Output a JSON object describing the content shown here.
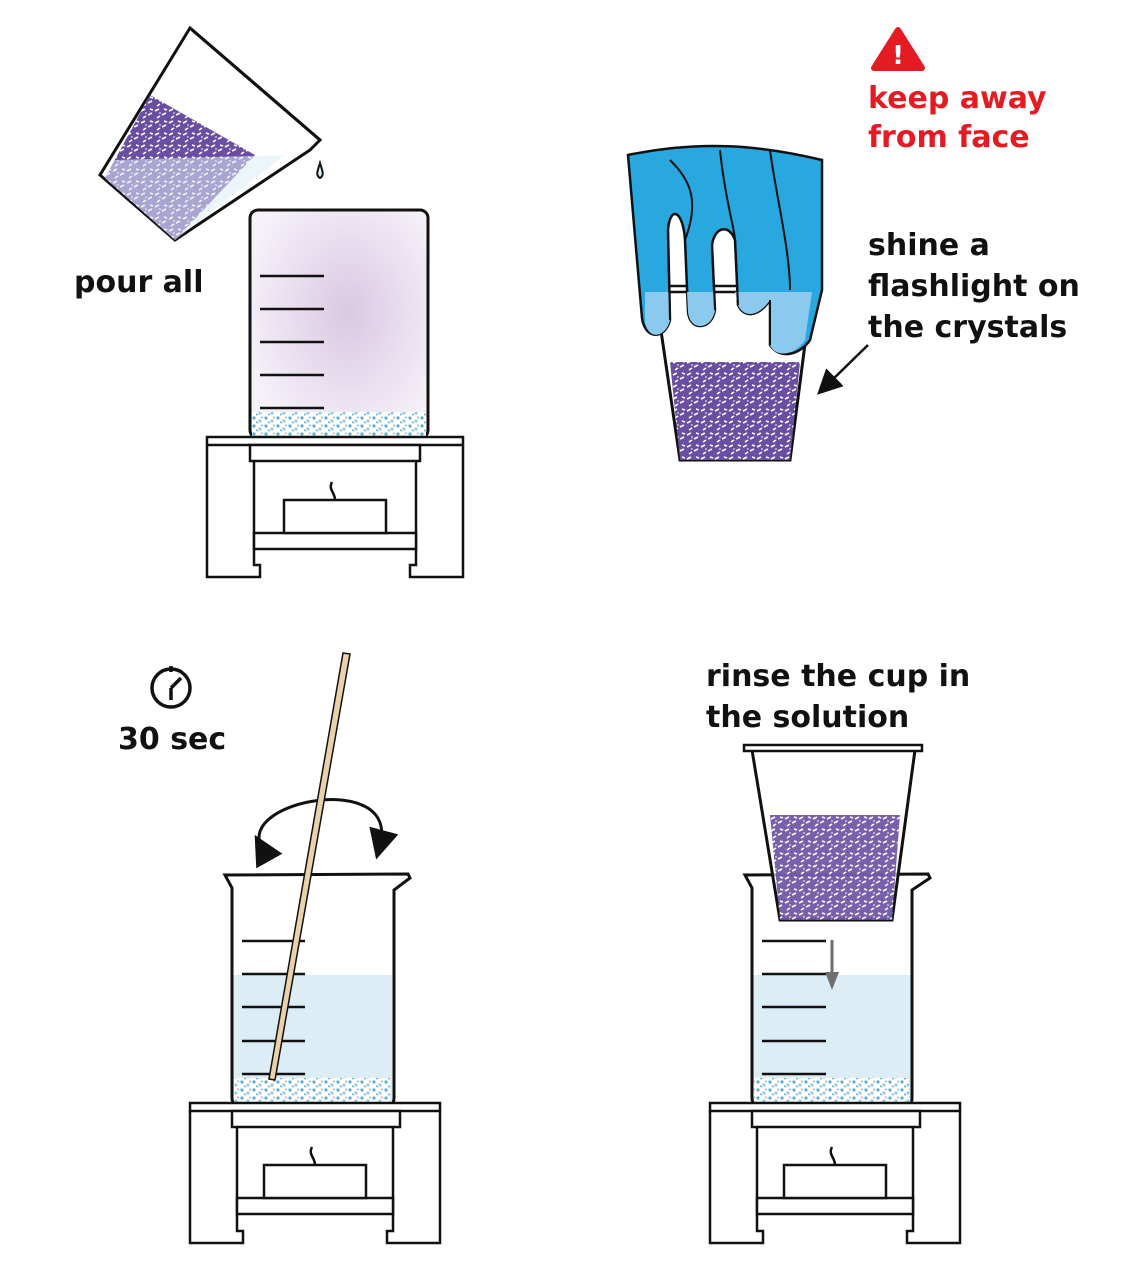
{
  "colors": {
    "ink": "#111111",
    "warning": "#e51b24",
    "glove": "#29a8e0",
    "glove_light": "#8cc9ee",
    "crystal": "#6a4ea3",
    "water": "#dcedf6",
    "particles": "#5aaed6",
    "stick": "#e9d2a9",
    "arrow_gray": "#6e6e6e"
  },
  "panels": {
    "pour": {
      "label": "pour all",
      "icon": "beaker-pouring-icon"
    },
    "flashlight": {
      "warning_icon": "warning-triangle-icon",
      "warning_symbol": "!",
      "warning_lines": [
        "keep away",
        "from face"
      ],
      "instruction_lines": [
        "shine a",
        "flashlight on",
        "the crystals"
      ]
    },
    "stir": {
      "timer_icon": "timer-icon",
      "timer_label": "30 sec"
    },
    "rinse": {
      "instruction_lines": [
        "rinse the cup in",
        "the solution"
      ]
    }
  }
}
